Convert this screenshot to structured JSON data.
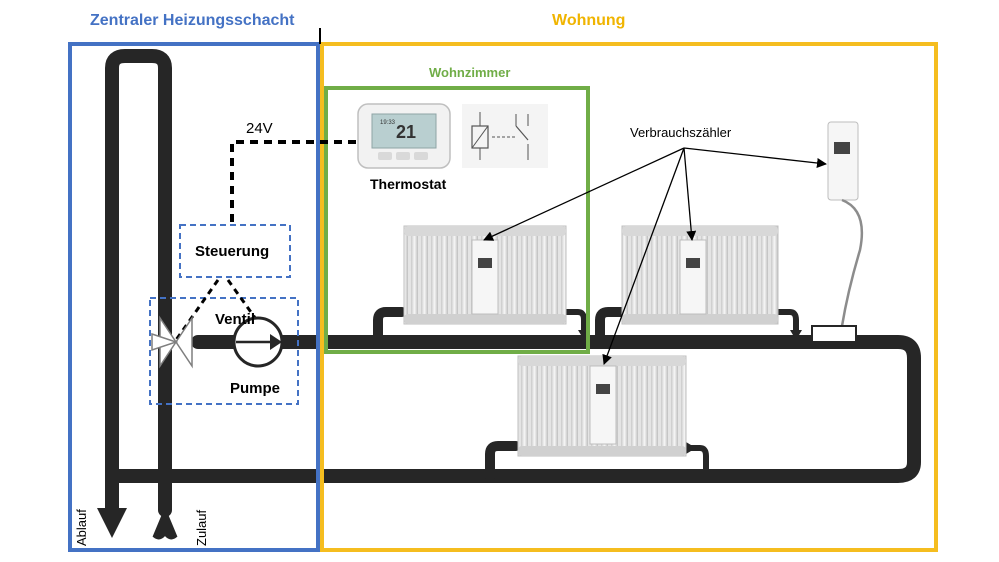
{
  "zones": {
    "shaft_title": "Zentraler Heizungsschacht",
    "apartment_title": "Wohnung",
    "living_room_title": "Wohnzimmer"
  },
  "labels": {
    "voltage": "24V",
    "thermostat": "Thermostat",
    "control": "Steuerung",
    "valve": "Ventil",
    "pump": "Pumpe",
    "meters": "Verbrauchszähler",
    "outlet": "Ablauf",
    "inlet": "Zulauf"
  },
  "thermostat_display": {
    "value": "21",
    "time": "19:33"
  },
  "colors": {
    "shaft": "#4472c4",
    "apartment": "#f5bd1f",
    "living_room": "#70ad47",
    "pipe": "#262626",
    "control_box": "#4472c4"
  }
}
